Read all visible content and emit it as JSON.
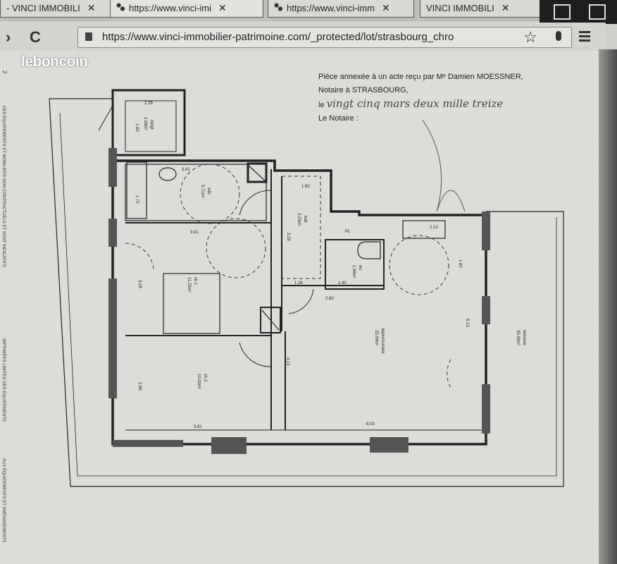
{
  "browser": {
    "tabs": [
      {
        "label": "- VINCI IMMOBILI",
        "close": "✕"
      },
      {
        "label": "https://www.vinci-imi",
        "close": "✕"
      },
      {
        "label": "https://www.vinci-imm",
        "close": "✕"
      },
      {
        "label": "VINCI IMMOBILI",
        "close": "✕"
      }
    ],
    "url": "https://www.vinci-immobilier-patrimoine.com/_protected/lot/strasbourg_chro",
    "watermark": "leboncoin",
    "icons": [
      "back-icon",
      "reload-icon",
      "lock-icon",
      "star-icon",
      "mic-icon",
      "menu-icon"
    ]
  },
  "document": {
    "notary_line1": "Pièce annexée à un acte reçu par Mᵉ Damien MOESSNER,",
    "notary_line2": "Notaire à STRASBOURG,",
    "notary_line3_prefix": "le",
    "notary_handwritten": "vingt cinq mars deux mille treize",
    "notary_line4": "Le Notaire :",
    "left_margin_notes": [
      "2",
      "DES EQUIPEMENTS ET MOBILIERS NON CONTRACTUELS ET SONT INDICATIFS",
      "IMPRIMÉES LIMITES DES EQUIPEMENTS",
      "AUX ÉQUIPEMENTS ET AMÉNAGEMENTS"
    ]
  },
  "floorplan": {
    "rooms": [
      {
        "name": "rangt",
        "area": "2.08m²"
      },
      {
        "name": "sdb",
        "area": "5.71m²"
      },
      {
        "name": "hall",
        "area": "3.25m²"
      },
      {
        "name": "ch.1",
        "area": "11.25m²"
      },
      {
        "name": "ch.2",
        "area": "10.02m²"
      },
      {
        "name": "wc",
        "area": "1.96m²"
      },
      {
        "name": "séjour/cuisine",
        "area": "25.00m²"
      },
      {
        "name": "terrasse",
        "area": "35.99m²"
      }
    ],
    "dimensions": [
      "1.29",
      "1.60",
      "3.81",
      "1.72",
      "1.60",
      "3.28",
      "3.81",
      "3.28",
      "1.26",
      "1.40",
      "2.60",
      "2.86",
      "3.81",
      "4.13",
      "6.03",
      "6.13",
      "2.13",
      "1.60",
      "PL"
    ]
  }
}
